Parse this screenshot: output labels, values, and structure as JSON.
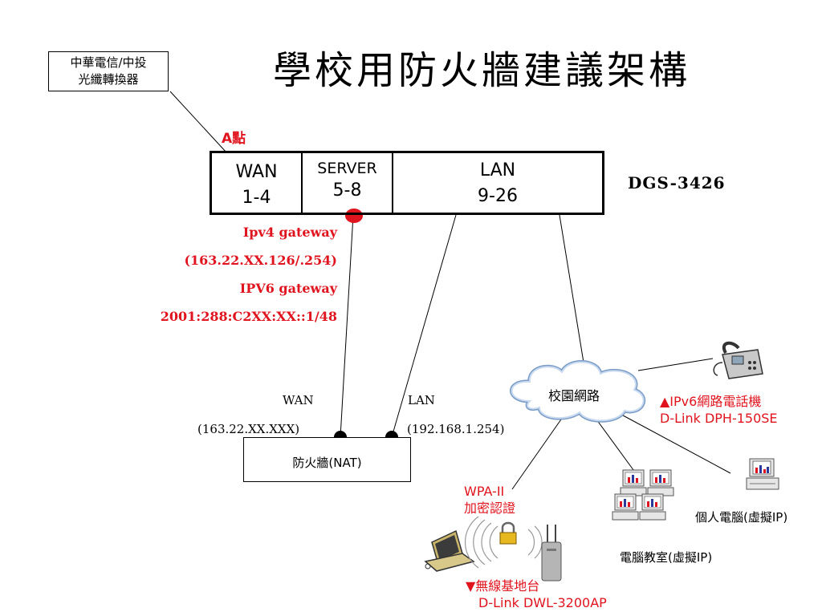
{
  "title": "學校用防火牆建議架構",
  "isp_box": {
    "line1": "中華電信/中投",
    "line2": "光纖轉換器"
  },
  "point_a": "A點",
  "switch": {
    "wan": {
      "name": "WAN",
      "ports": "1-4"
    },
    "server": {
      "name": "SERVER",
      "ports": "5-8"
    },
    "lan": {
      "name": "LAN",
      "ports": "9-26"
    },
    "model": "DGS-3426"
  },
  "gateway": {
    "ipv4_label": "Ipv4 gateway",
    "ipv4_value": "(163.22.XX.126/.254)",
    "ipv6_label": "IPV6 gateway",
    "ipv6_value": "2001:288:C2XX:XX::1/48"
  },
  "firewall": {
    "wan_label": "WAN",
    "wan_ip": "(163.22.XX.XXX)",
    "lan_label": "LAN",
    "lan_ip": "(192.168.1.254)",
    "box_label": "防火牆(NAT)"
  },
  "campus_network": "校園網路",
  "ip_phone": {
    "line1": "▲IPv6網路電話機",
    "line2": "D-Link DPH-150SE"
  },
  "wpa": {
    "line1": "WPA-II",
    "line2": "加密認證"
  },
  "personal_pc": "個人電腦(虛擬IP)",
  "computer_lab": "電腦教室(虛擬IP)",
  "access_point": {
    "line1": "▼無線基地台",
    "line2": "D-Link  DWL-3200AP"
  },
  "colors": {
    "accent_red": "#e0141e",
    "line": "#000000"
  }
}
